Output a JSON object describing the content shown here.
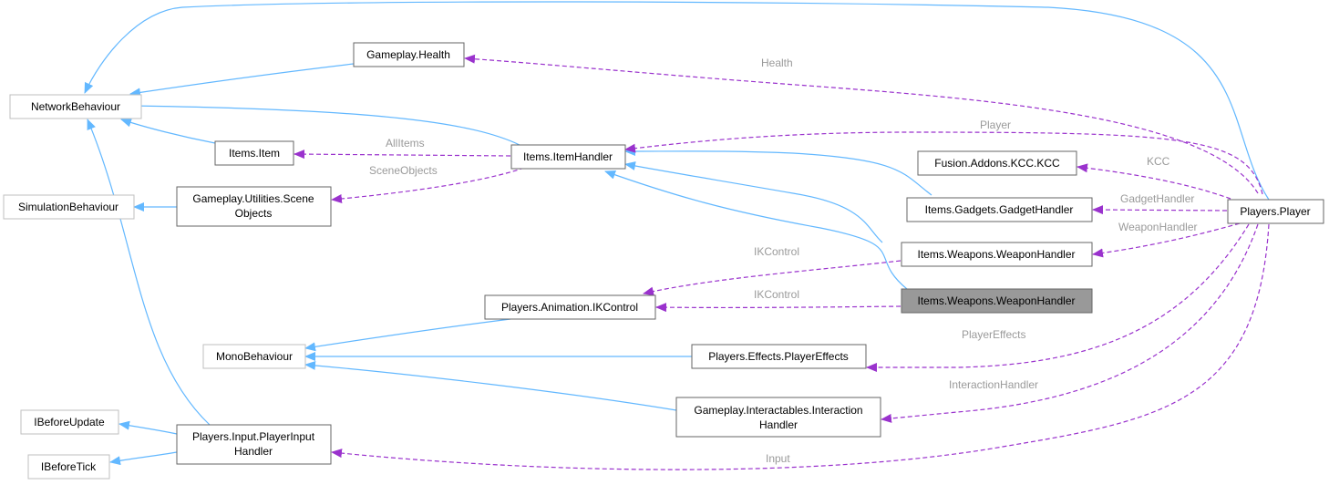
{
  "nodes": {
    "network_behaviour": "NetworkBehaviour",
    "simulation_behaviour": "SimulationBehaviour",
    "mono_behaviour": "MonoBehaviour",
    "ibefore_update": "IBeforeUpdate",
    "ibefore_tick": "IBeforeTick",
    "gameplay_health": "Gameplay.Health",
    "items_item": "Items.Item",
    "scene_objects_line1": "Gameplay.Utilities.Scene",
    "scene_objects_line2": "Objects",
    "items_item_handler": "Items.ItemHandler",
    "ikcontrol": "Players.Animation.IKControl",
    "player_input_line1": "Players.Input.PlayerInput",
    "player_input_line2": "Handler",
    "kcc": "Fusion.Addons.KCC.KCC",
    "gadget_handler": "Items.Gadgets.GadgetHandler",
    "weapon_handler": "Items.Weapons.WeaponHandler",
    "weapon_handler_selected": "Items.Weapons.WeaponHandler",
    "player_effects": "Players.Effects.PlayerEffects",
    "interaction_line1": "Gameplay.Interactables.Interaction",
    "interaction_line2": "Handler",
    "players_player": "Players.Player"
  },
  "edge_labels": {
    "health": "Health",
    "player": "Player",
    "all_items": "AllItems",
    "scene_objects": "SceneObjects",
    "kcc": "KCC",
    "gadget_handler": "GadgetHandler",
    "weapon_handler": "WeaponHandler",
    "ikcontrol_upper": "IKControl",
    "ikcontrol_lower": "IKControl",
    "player_effects": "PlayerEffects",
    "interaction_handler": "InteractionHandler",
    "input": "Input"
  },
  "colors": {
    "inheritance_edge": "#63b8ff",
    "usage_edge": "#9a32cd",
    "edge_label": "#9a9a9a",
    "selected_node_fill": "#999999"
  }
}
